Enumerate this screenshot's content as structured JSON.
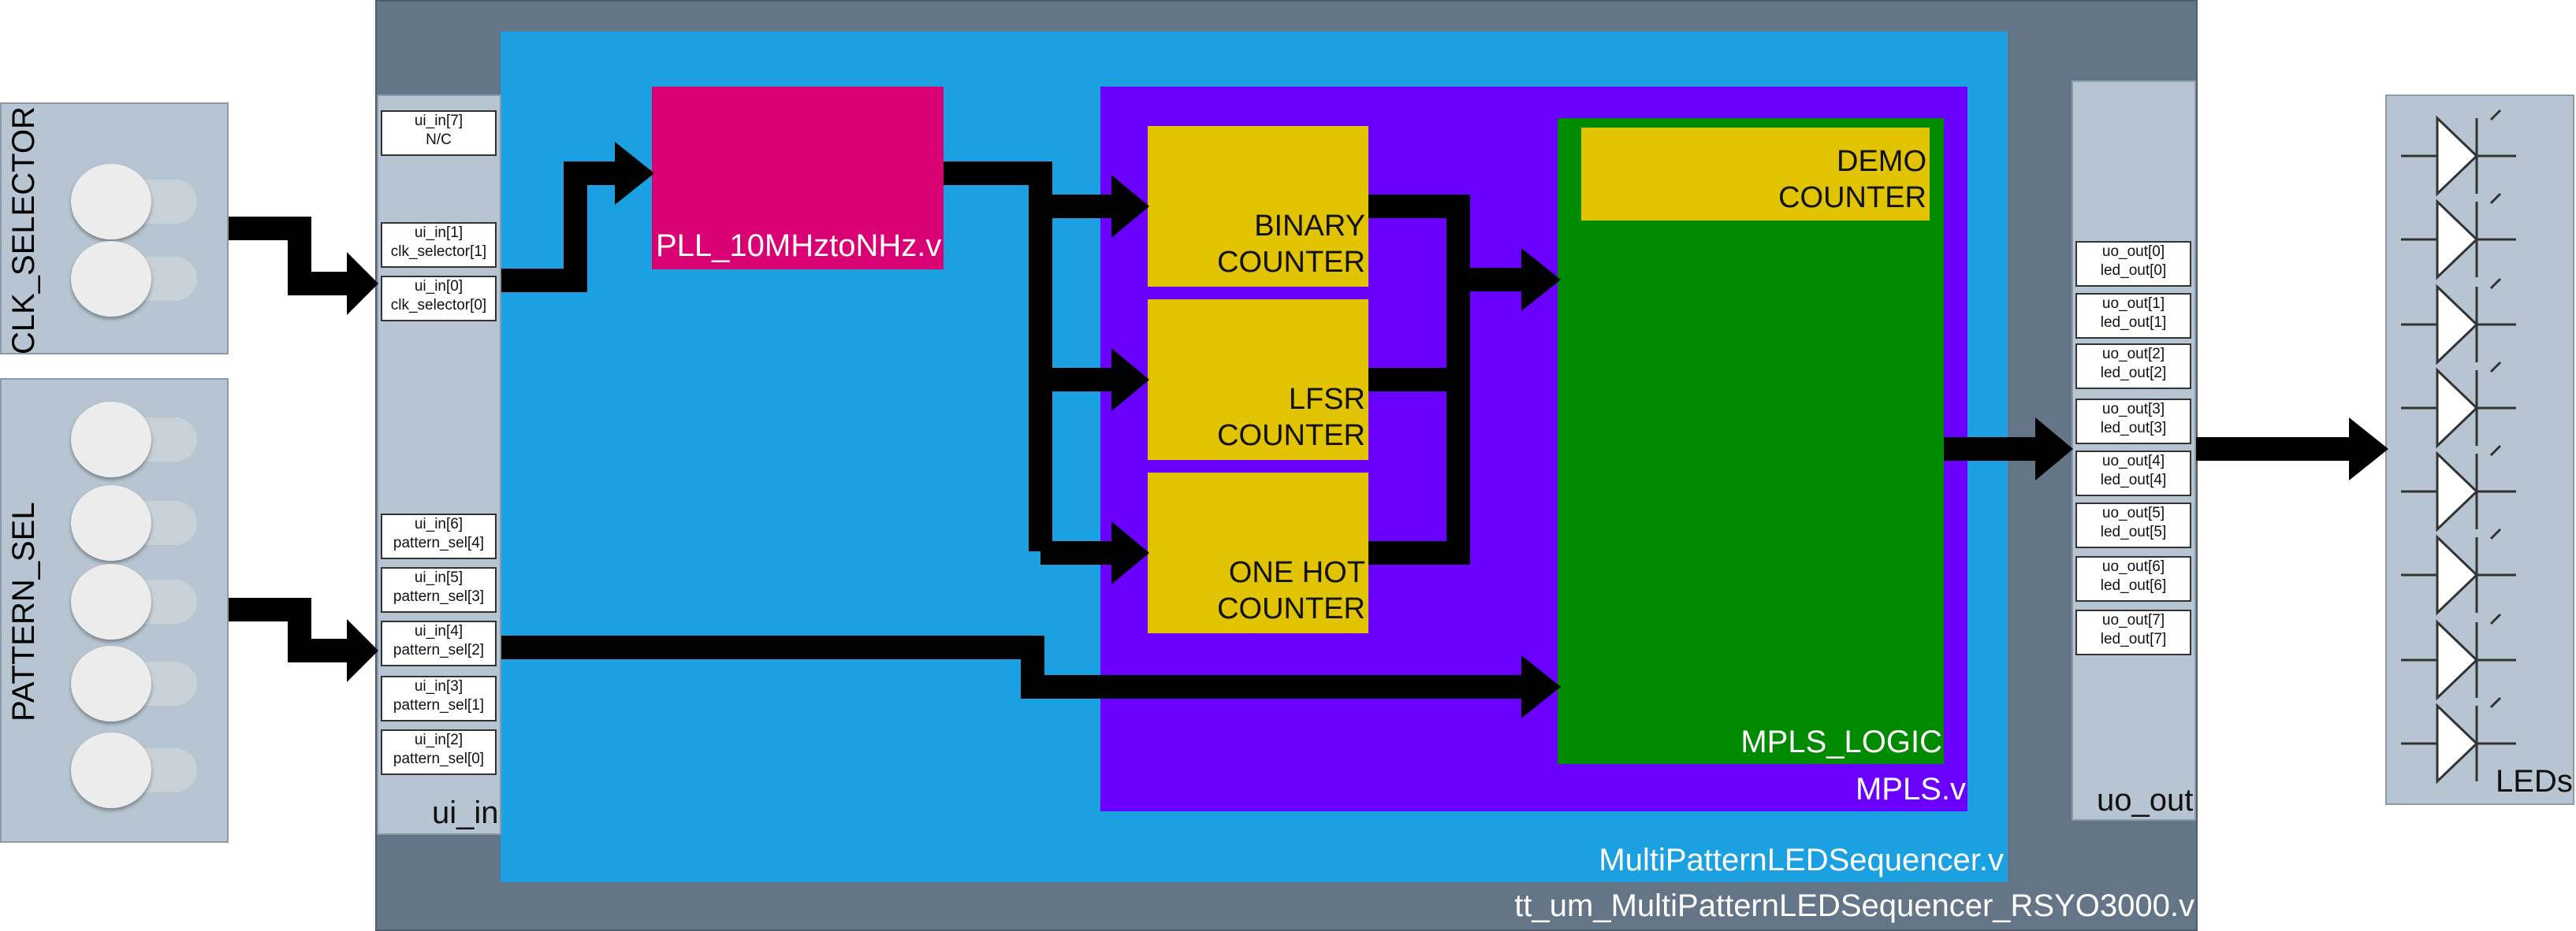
{
  "inputs": {
    "clk_selector_label": "CLK_SELECTOR",
    "pattern_sel_label": "PATTERN_SEL"
  },
  "top_module": {
    "name": "tt_um_MultiPatternLEDSequencer_RSYO3000.v",
    "ui_in_label": "ui_in",
    "uo_out_label": "uo_out",
    "ui_in_pins": [
      {
        "port": "ui_in[7]",
        "signal": "N/C"
      },
      {
        "port": "ui_in[1]",
        "signal": "clk_selector[1]"
      },
      {
        "port": "ui_in[0]",
        "signal": "clk_selector[0]"
      },
      {
        "port": "ui_in[6]",
        "signal": "pattern_sel[4]"
      },
      {
        "port": "ui_in[5]",
        "signal": "pattern_sel[3]"
      },
      {
        "port": "ui_in[4]",
        "signal": "pattern_sel[2]"
      },
      {
        "port": "ui_in[3]",
        "signal": "pattern_sel[1]"
      },
      {
        "port": "ui_in[2]",
        "signal": "pattern_sel[0]"
      }
    ],
    "uo_out_pins": [
      {
        "port": "uo_out[0]",
        "signal": "led_out[0]"
      },
      {
        "port": "uo_out[1]",
        "signal": "led_out[1]"
      },
      {
        "port": "uo_out[2]",
        "signal": "led_out[2]"
      },
      {
        "port": "uo_out[3]",
        "signal": "led_out[3]"
      },
      {
        "port": "uo_out[4]",
        "signal": "led_out[4]"
      },
      {
        "port": "uo_out[5]",
        "signal": "led_out[5]"
      },
      {
        "port": "uo_out[6]",
        "signal": "led_out[6]"
      },
      {
        "port": "uo_out[7]",
        "signal": "led_out[7]"
      }
    ]
  },
  "sequencer": {
    "name": "MultiPatternLEDSequencer.v",
    "pll": "PLL_10MHztoNHz.v",
    "mpls": {
      "name": "MPLS.v",
      "logic": "MPLS_LOGIC",
      "demo": [
        "DEMO",
        "COUNTER"
      ],
      "counters": [
        [
          "BINARY",
          "COUNTER"
        ],
        [
          "LFSR",
          "COUNTER"
        ],
        [
          "ONE HOT",
          "COUNTER"
        ]
      ]
    }
  },
  "outputs": {
    "leds_label": "LEDs",
    "led_count": 8
  },
  "colors": {
    "outer": "#647587",
    "sequencer": "#1ba1e2",
    "mpls": "#6a00ff",
    "logic": "#008a00",
    "counter": "#e1c300",
    "pll": "#d80073",
    "panel": "#b6c5d1"
  }
}
